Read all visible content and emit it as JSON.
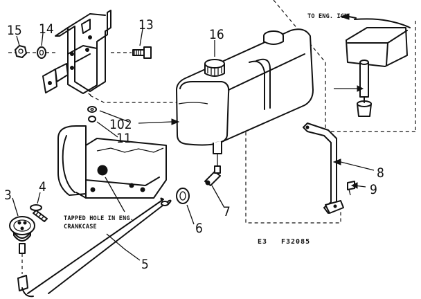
{
  "callouts": {
    "c3": "3",
    "c4": "4",
    "c5": "5",
    "c6": "6",
    "c7": "7",
    "c8": "8",
    "c9": "9",
    "c11": "11",
    "c13": "13",
    "c14": "14",
    "c15": "15",
    "c16": "16",
    "c102": "102"
  },
  "captions": {
    "tapped_hole_line1": "TAPPED HOLE IN ENG.",
    "tapped_hole_line2": "CRANKCASE",
    "to_eng_ign": "TO ENG. IGN"
  },
  "figure_code": {
    "prefix": "E3",
    "number": "F32085"
  }
}
